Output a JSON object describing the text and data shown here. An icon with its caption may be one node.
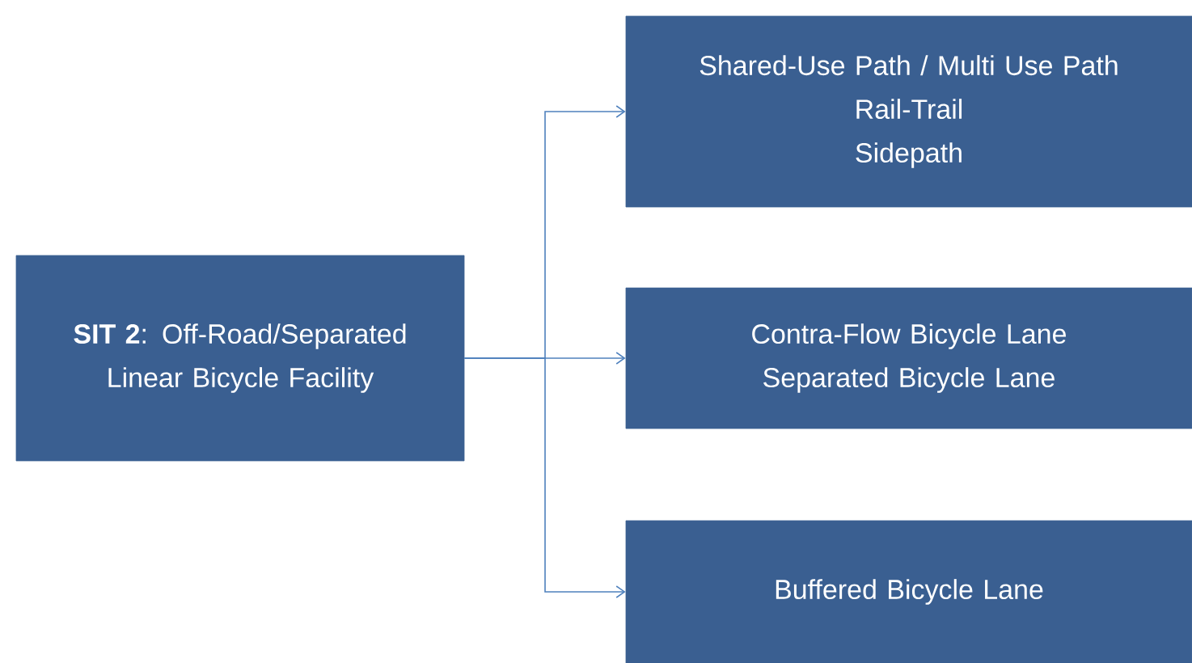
{
  "diagram": {
    "nodes": [
      {
        "text": [
          "**SIT 2**: Off-Road/Separated Linear Bicycle Facility"
        ]
      },
      {
        "text": [
          "Shared-Use Path / Multi Use Path",
          "Rail-Trail",
          "Sidepath"
        ]
      },
      {
        "text": [
          "Contra-Flow Bicycle Lane",
          "Separated Bicycle Lane"
        ]
      },
      {
        "text": [
          "Buffered Bicycle Lane"
        ]
      }
    ],
    "edges": [
      {
        "from": 0,
        "to": 1,
        "arrow": "to"
      },
      {
        "from": 0,
        "to": 2,
        "arrow": "to"
      },
      {
        "from": 0,
        "to": 3,
        "arrow": "to"
      }
    ]
  }
}
